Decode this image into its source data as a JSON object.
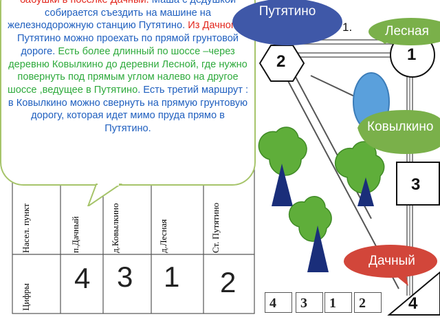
{
  "task": {
    "line_top": "бабушки в поселке Дачный.",
    "line_top_before": "",
    "line2": "Маша с дедушкой собирается съездить на машине на железнодорожную станцию Путятино.",
    "from_dachny": "Из Дачного",
    "line3": "в Путятино можно проехать по прямой грунтовой дороге.",
    "line4": "Есть более длинный по шоссе –через деревню Ковылкино до деревни Лесной, где нужно повернуть под прямым углом налево на другое шоссе ,ведущее в",
    "putyatino_green": "Путятино",
    "line5": ". Есть третий маршрут : в Ковылкино можно свернуть на прямую грунтовую дорогу, которая идет мимо пруда прямо в Путятино."
  },
  "table": {
    "row_label_top": "Насел. пункт",
    "row_label_bottom": "Цифры",
    "columns": [
      "п.Дачный",
      "д.Ковылкино",
      "д.Лесная",
      "Ст. Путятино"
    ],
    "digits": [
      "4",
      "3",
      "1",
      "2"
    ]
  },
  "map": {
    "putyatino_label": "Путятино",
    "lesnaya_label": "Лесная",
    "kovylkino_label": "Ковылкино",
    "dachny_label": "Дачный",
    "node_1": "1",
    "node_2": "2",
    "node_3": "3",
    "node_4": "4",
    "fragment_top": "1."
  },
  "answer": [
    "4",
    "3",
    "1",
    "2"
  ],
  "colors": {
    "bubble_blue": "#3f58a8",
    "bubble_green": "#7ab04a",
    "bubble_red": "#d2463a",
    "tree_green": "#5fae3a",
    "pond_blue": "#5aa0dc"
  }
}
